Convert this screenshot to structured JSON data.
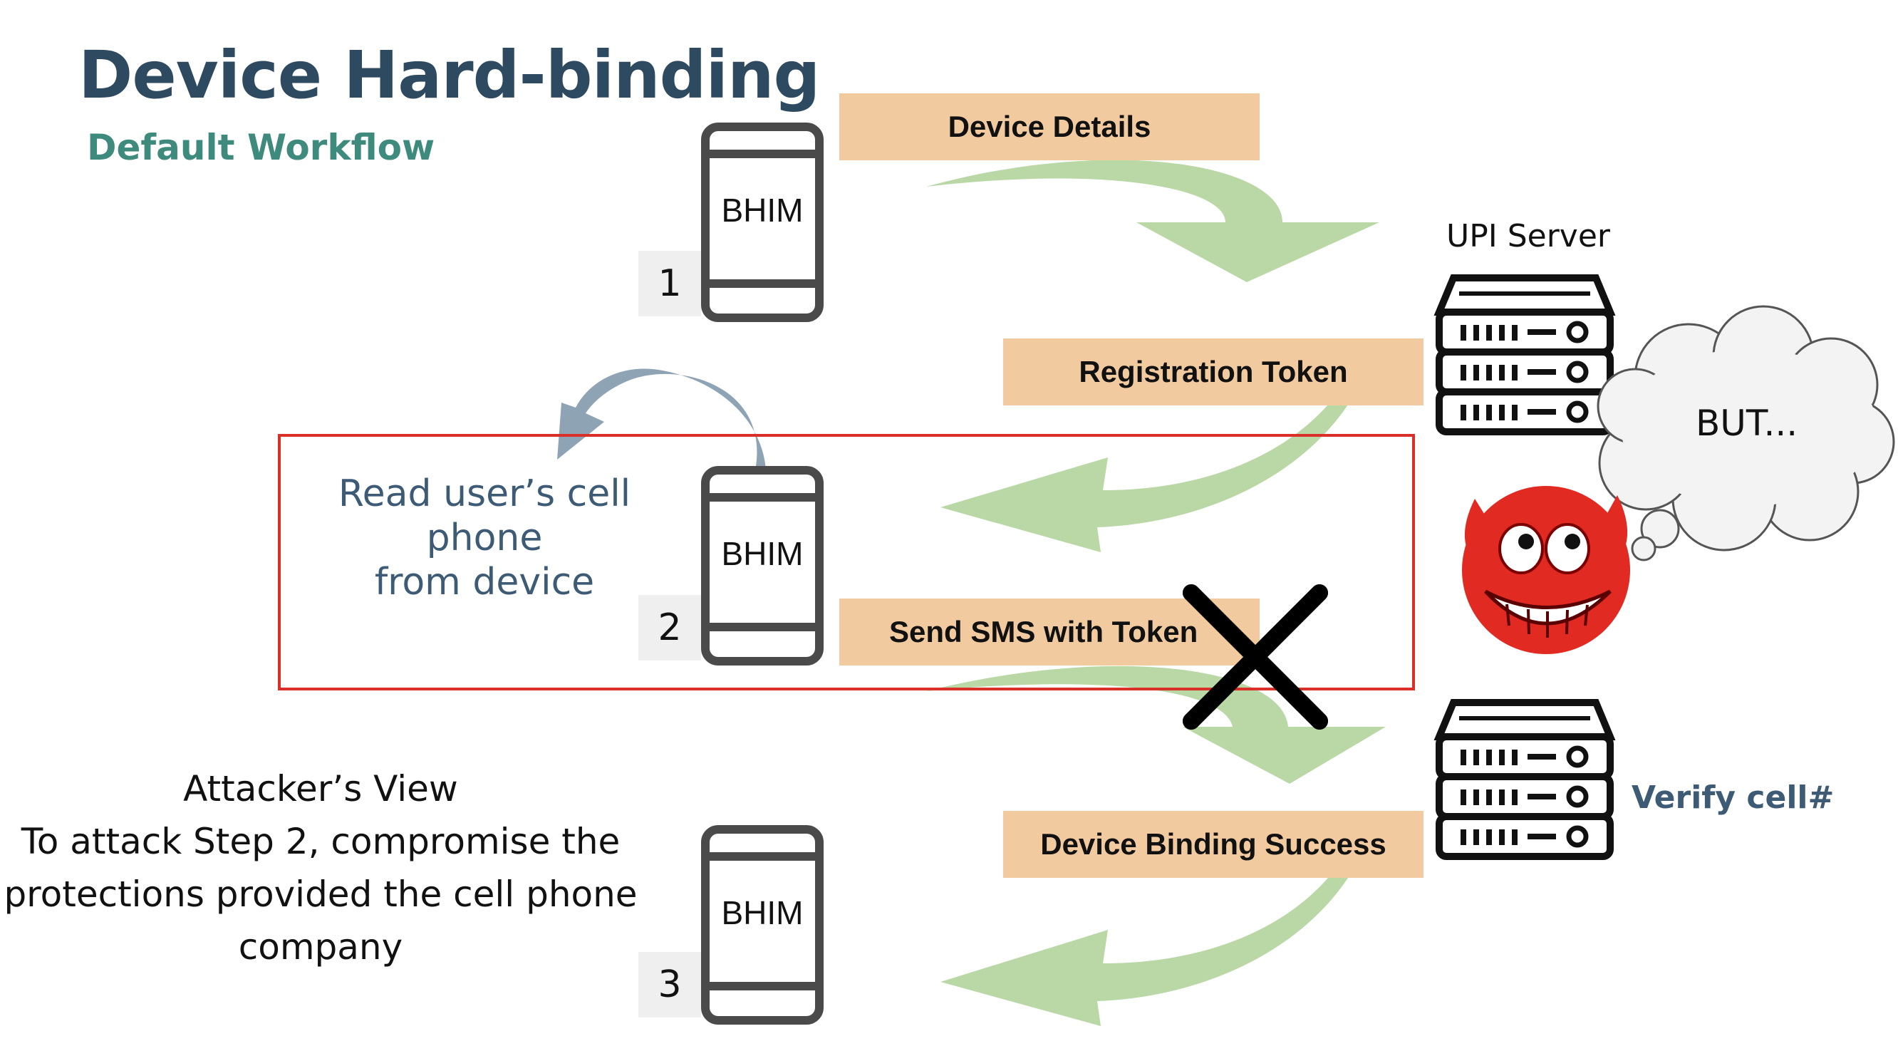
{
  "title": "Device Hard-binding",
  "subtitle": "Default Workflow",
  "phones": [
    {
      "label": "BHIM",
      "step": "1"
    },
    {
      "label": "BHIM",
      "step": "2"
    },
    {
      "label": "BHIM",
      "step": "3"
    }
  ],
  "messages": {
    "device_details": "Device Details",
    "registration_token": "Registration Token",
    "send_sms": "Send SMS with Token",
    "binding_success": "Device Binding Success"
  },
  "server_label": "UPI Server",
  "cloud_text": "BUT...",
  "read_phone": [
    "Read user’s cell phone",
    "from device"
  ],
  "verify": "Verify cell#",
  "attacker": {
    "heading": "Attacker’s View",
    "lines": [
      "To attack Step 2,  compromise the",
      "protections provided the cell phone",
      "company"
    ]
  },
  "colors": {
    "arrow_green": "#b9d8a6",
    "arrow_blue": "#8ea3b4",
    "highlight_red": "#d9302a",
    "label_bg": "#f2caa0",
    "title": "#2e4a60",
    "subtitle": "#3e8a7d",
    "devil_red": "#e02a22"
  },
  "icons": [
    "phone-icon",
    "server-icon",
    "thought-cloud-icon",
    "devil-emoji-icon",
    "cross-mark-icon"
  ]
}
